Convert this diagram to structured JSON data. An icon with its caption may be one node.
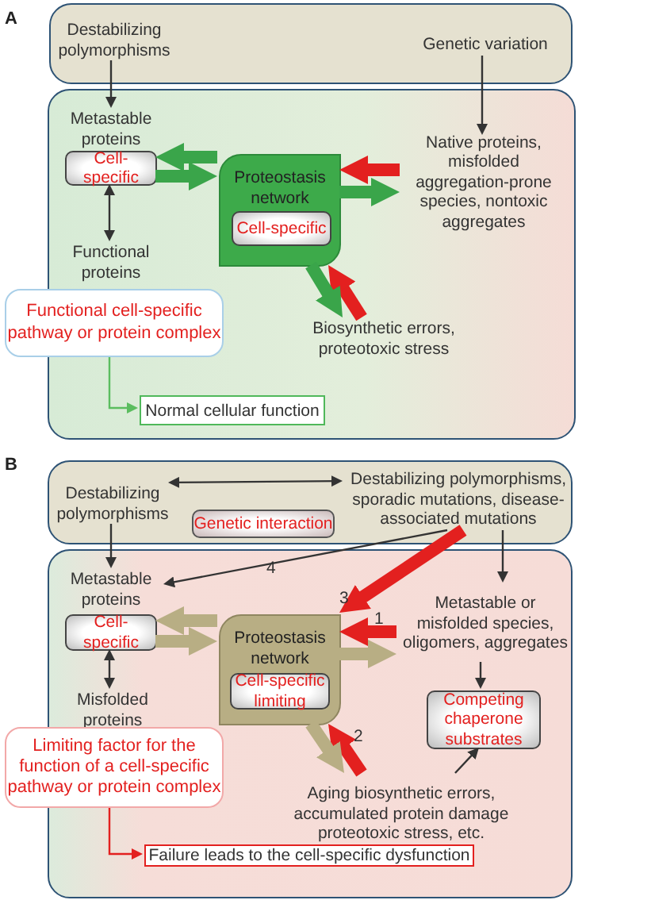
{
  "diagram": {
    "nodes": [
      {
        "text": [],
        "shape": "box"
      },
      {
        "text": [
          "Destabilizing polymorphisms"
        ],
        "in": 0
      },
      {
        "text": [
          "Genetic variation"
        ],
        "in": 0
      },
      {
        "text": [],
        "shape": "box"
      },
      {
        "text": [
          "Metastable proteins"
        ],
        "in": 3
      },
      {
        "text": [
          "Cell-specific"
        ],
        "in": 3
      },
      {
        "text": [
          "Functional proteins"
        ],
        "in": 3
      },
      {
        "text": [
          "Proteostasis network"
        ],
        "in": 3
      },
      {
        "text": [
          "Cell-specific"
        ],
        "in": 7
      },
      {
        "text": [
          "Native proteins, misfolded aggregation-prone species, nontoxic aggregates"
        ],
        "in": 3
      },
      {
        "text": [
          "Biosynthetic errors, proteotoxic stress"
        ],
        "in": 3
      },
      {
        "text": [
          "Functional cell-specific pathway or protein complex"
        ]
      },
      {
        "text": [
          "Normal cellular function"
        ],
        "in": 3
      },
      {
        "text": [],
        "shape": "box"
      },
      {
        "text": [
          "Destabilizing polymorphisms"
        ],
        "in": 13
      },
      {
        "text": [
          "Genetic interaction"
        ],
        "in": 13
      },
      {
        "text": [
          "Destabilizing polymorphisms, sporadic mutations, disease-associated mutations"
        ],
        "in": 13
      },
      {
        "text": [],
        "shape": "box"
      },
      {
        "text": [
          "Metastable proteins"
        ],
        "in": 17
      },
      {
        "text": [
          "Cell-specific"
        ],
        "in": 17
      },
      {
        "text": [
          "Misfolded proteins"
        ],
        "in": 17
      },
      {
        "text": [
          "Proteostasis network"
        ],
        "in": 17
      },
      {
        "text": [
          "Cell-specific limiting"
        ],
        "in": 21
      },
      {
        "text": [
          "Metastable or misfolded species, oligomers, aggregates"
        ],
        "in": 17
      },
      {
        "text": [
          "Competing chaperone substrates"
        ],
        "in": 17
      },
      {
        "text": [
          "Aging biosynthetic errors, accumulated protein damage proteotoxic stress, etc."
        ],
        "in": 17
      },
      {
        "text": [
          "Limiting factor for the function of a cell-specific pathway or protein complex"
        ]
      },
      {
        "text": [
          "Failure leads to the cell-specific dysfunction"
        ],
        "in": 17
      }
    ],
    "edges": [
      {
        "from": 1,
        "to": 4,
        "arrow": "to"
      },
      {
        "from": 2,
        "to": 9,
        "arrow": "to"
      },
      {
        "from": 5,
        "to": 6,
        "arrow": "both"
      },
      {
        "from": 7,
        "to": 5,
        "arrow": "to",
        "color": "#3aa54a"
      },
      {
        "from": 5,
        "to": 7,
        "arrow": "to",
        "color": "#3aa54a"
      },
      {
        "from": 9,
        "to": 7,
        "arrow": "to",
        "color": "#e3201f"
      },
      {
        "from": 7,
        "to": 9,
        "arrow": "to",
        "color": "#3aa54a"
      },
      {
        "from": 10,
        "to": 7,
        "arrow": "to",
        "color": "#e3201f"
      },
      {
        "from": 7,
        "to": 10,
        "arrow": "to",
        "color": "#3aa54a"
      },
      {
        "from": 11,
        "to": 12,
        "arrow": "to",
        "color": "#5bbd5f"
      },
      {
        "from": 14,
        "to": 16,
        "arrow": "both"
      },
      {
        "from": 14,
        "to": 18,
        "arrow": "to"
      },
      {
        "from": 16,
        "to": 18,
        "arrow": "to",
        "label": "4"
      },
      {
        "from": 16,
        "to": 21,
        "arrow": "to",
        "label": "3",
        "color": "#e3201f"
      },
      {
        "from": 16,
        "to": 23,
        "arrow": "to"
      },
      {
        "from": 23,
        "to": 21,
        "arrow": "to",
        "label": "1",
        "color": "#e3201f"
      },
      {
        "from": 21,
        "to": 23,
        "arrow": "to",
        "color": "#b8ae84"
      },
      {
        "from": 21,
        "to": 19,
        "arrow": "to",
        "color": "#b8ae84"
      },
      {
        "from": 19,
        "to": 21,
        "arrow": "to",
        "color": "#b8ae84"
      },
      {
        "from": 19,
        "to": 20,
        "arrow": "both"
      },
      {
        "from": 25,
        "to": 21,
        "arrow": "to",
        "label": "2",
        "color": "#e3201f"
      },
      {
        "from": 21,
        "to": 25,
        "arrow": "to",
        "color": "#b8ae84"
      },
      {
        "from": 25,
        "to": 24,
        "arrow": "to"
      },
      {
        "from": 23,
        "to": 24,
        "arrow": "to"
      },
      {
        "from": 26,
        "to": 27,
        "arrow": "to",
        "color": "#e3201f"
      }
    ],
    "labels": [
      "A",
      "B"
    ]
  }
}
